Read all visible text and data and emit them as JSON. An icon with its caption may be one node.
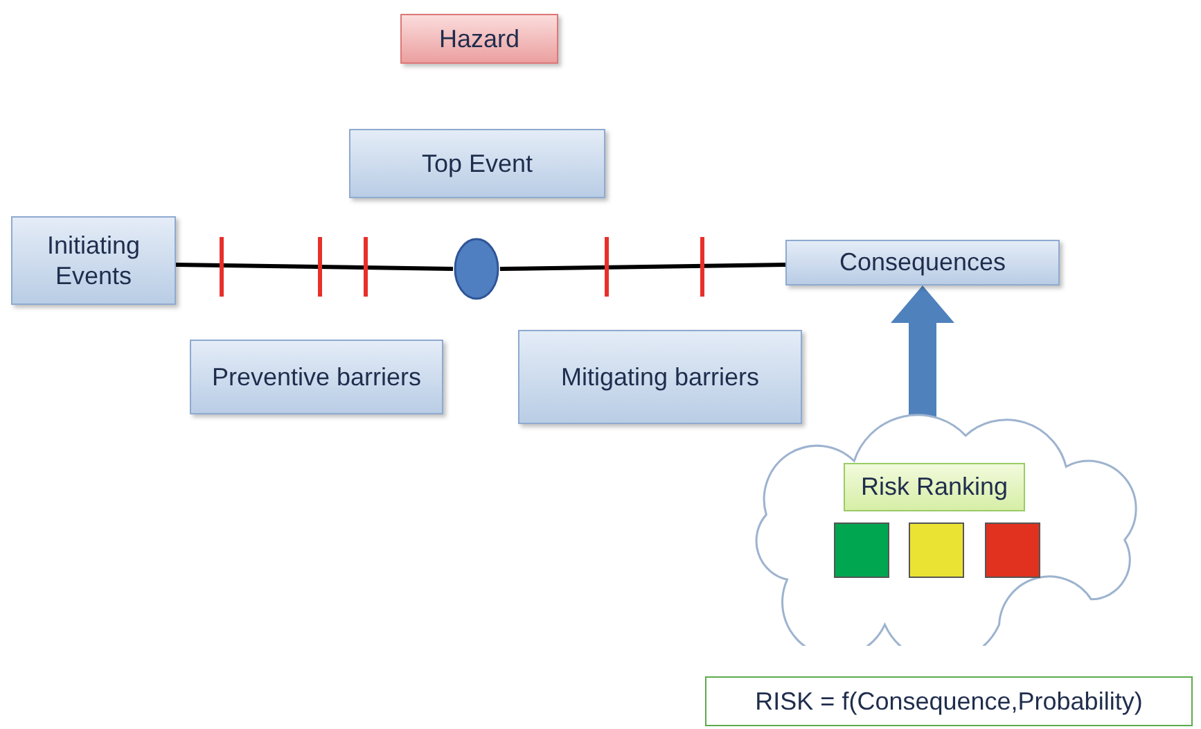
{
  "diagram": {
    "nodes": [
      {
        "text": [
          "Hazard"
        ]
      },
      {
        "text": [
          "Top Event"
        ]
      },
      {
        "text": [
          "Initiating Events"
        ]
      },
      {
        "text": [],
        "shape": "circle"
      },
      {
        "text": [
          "Consequences"
        ]
      },
      {
        "text": [
          "Preventive barriers"
        ]
      },
      {
        "text": [
          "Mitigating barriers"
        ]
      },
      {
        "text": [],
        "shape": "cloud"
      },
      {
        "text": [
          "Risk Ranking"
        ],
        "in": 7
      },
      {
        "text": [],
        "shape": "box",
        "in": 7
      },
      {
        "text": [],
        "shape": "box",
        "in": 7
      },
      {
        "text": [],
        "shape": "box",
        "in": 7
      },
      {
        "text": [
          "RISK = f(Consequence,Probability)"
        ]
      }
    ],
    "edges": [
      {
        "from": 2,
        "to": 3,
        "arrow": "none"
      },
      {
        "from": 3,
        "to": 4,
        "arrow": "none"
      },
      {
        "from": 7,
        "to": 4,
        "arrow": "to",
        "style": "thick",
        "color": "#4f81bd"
      }
    ]
  }
}
